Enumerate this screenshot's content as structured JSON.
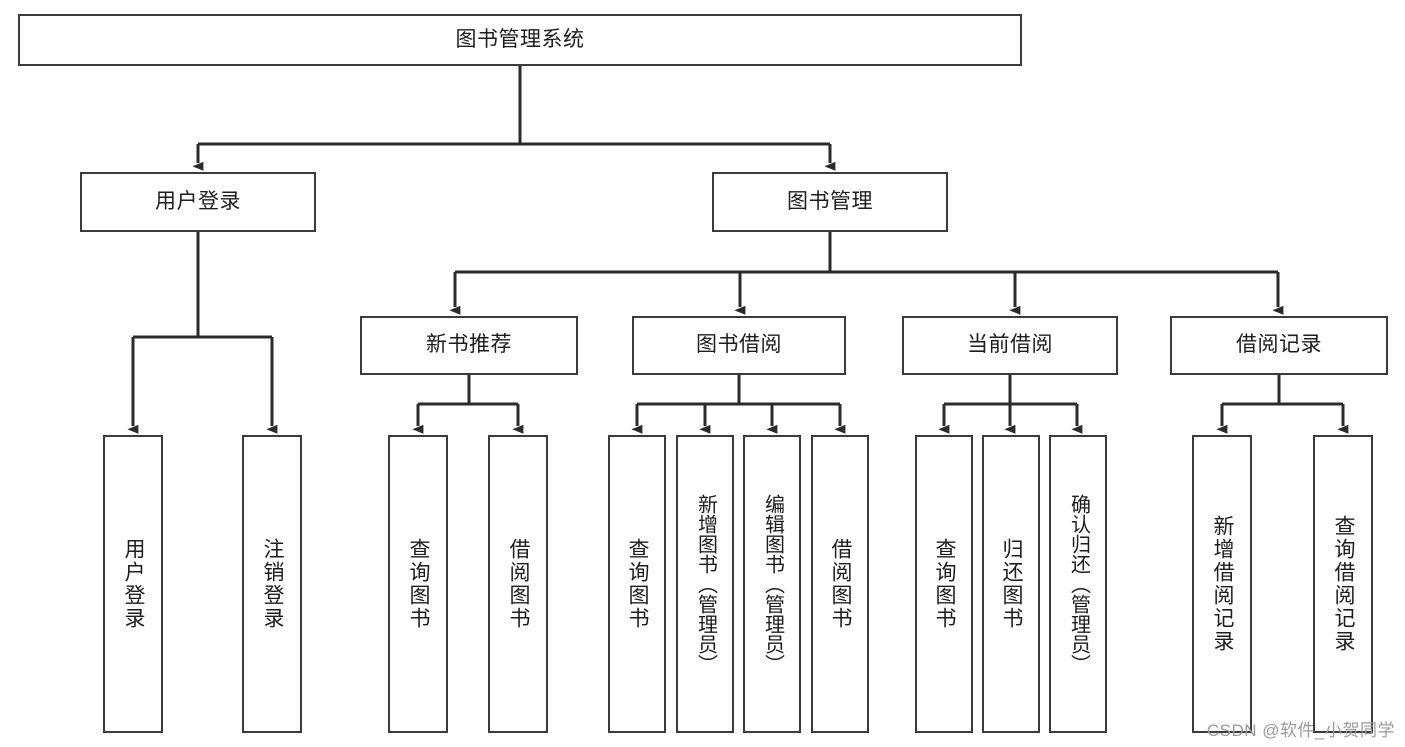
{
  "diagram": {
    "type": "tree-hierarchy",
    "title": "图书管理系统",
    "root": {
      "label": "图书管理系统"
    },
    "level2": [
      {
        "label": "用户登录"
      },
      {
        "label": "图书管理"
      }
    ],
    "level3": [
      {
        "label": "新书推荐",
        "parent": "图书管理"
      },
      {
        "label": "图书借阅",
        "parent": "图书管理"
      },
      {
        "label": "当前借阅",
        "parent": "图书管理"
      },
      {
        "label": "借阅记录",
        "parent": "图书管理"
      }
    ],
    "leaves": {
      "user_login": [
        {
          "label": "用户登录"
        },
        {
          "label": "注销登录"
        }
      ],
      "new_book_rec": [
        {
          "label": "查询图书"
        },
        {
          "label": "借阅图书"
        }
      ],
      "book_borrow": [
        {
          "label": "查询图书"
        },
        {
          "label": "新增图书（管理员）"
        },
        {
          "label": "编辑图书（管理员）"
        },
        {
          "label": "借阅图书"
        }
      ],
      "current_borrow": [
        {
          "label": "查询图书"
        },
        {
          "label": "归还图书"
        },
        {
          "label": "确认归还（管理员）"
        }
      ],
      "borrow_record": [
        {
          "label": "新增借阅记录"
        },
        {
          "label": "查询借阅记录"
        }
      ]
    }
  },
  "watermark": {
    "text": "CSDN @软件_小贺同学"
  },
  "colors": {
    "stroke": "#3b3b3b",
    "text": "#1d1d1d",
    "background": "#ffffff",
    "watermark": "#9a9a9a"
  }
}
